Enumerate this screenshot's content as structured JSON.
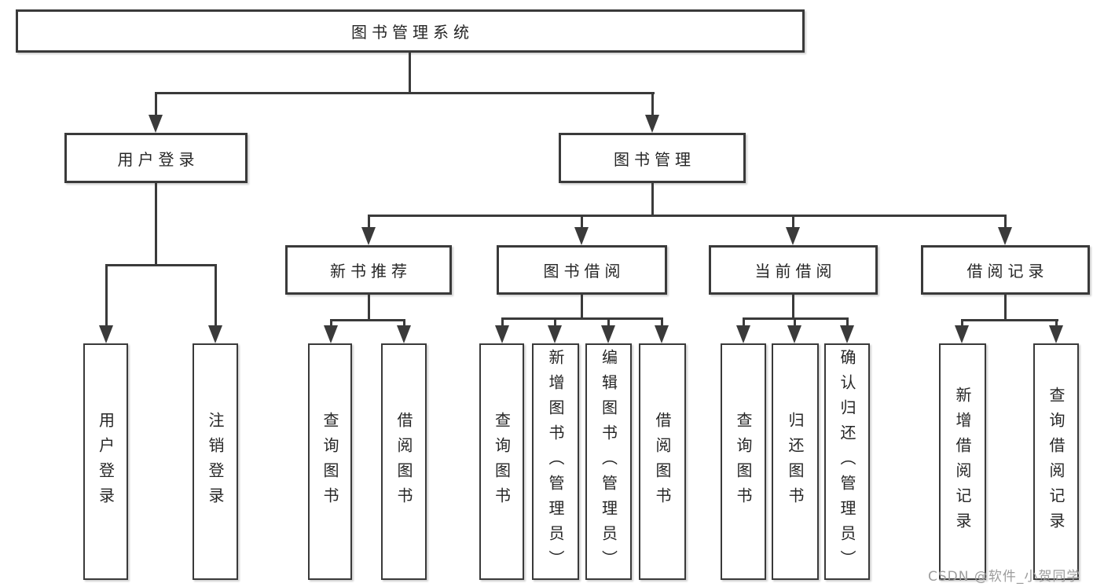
{
  "tree": {
    "root": "图书管理系统",
    "branches": [
      {
        "label": "用户登录",
        "children": [
          "用户登录",
          "注销登录"
        ]
      },
      {
        "label": "图书管理",
        "children": [
          {
            "label": "新书推荐",
            "children": [
              "查询图书",
              "借阅图书"
            ]
          },
          {
            "label": "图书借阅",
            "children": [
              "查询图书",
              "新增图书（管理员）",
              "编辑图书（管理员）",
              "借阅图书"
            ]
          },
          {
            "label": "当前借阅",
            "children": [
              "查询图书",
              "归还图书",
              "确认归还（管理员）"
            ]
          },
          {
            "label": "借阅记录",
            "children": [
              "新增借阅记录",
              "查询借阅记录"
            ]
          }
        ]
      }
    ]
  },
  "watermark": {
    "text": "CSDN @软件_小贺同学"
  },
  "colors": {
    "line": "#3a3a3a",
    "text": "#262626",
    "bg": "#ffffff",
    "wm": "#9d9d9d"
  }
}
